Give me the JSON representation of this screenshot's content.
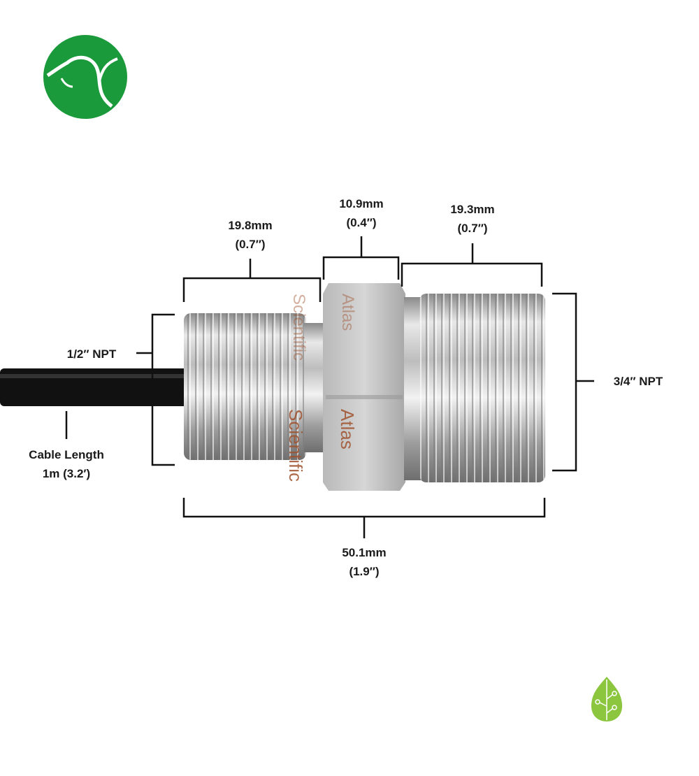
{
  "diagram": {
    "brand_text": [
      "Atlas",
      "Scientific"
    ],
    "dimensions": {
      "left_thread_length": {
        "mm": "19.8mm",
        "in": "(0.7″)"
      },
      "hex_length": {
        "mm": "10.9mm",
        "in": "(0.4″)"
      },
      "right_thread_length": {
        "mm": "19.3mm",
        "in": "(0.7″)"
      },
      "total_length": {
        "mm": "50.1mm",
        "in": "(1.9″)"
      },
      "left_thread_size": "1/2″ NPT",
      "right_thread_size": "3/4″ NPT",
      "cable_length": {
        "label": "Cable Length",
        "value": "1m (3.2′)"
      }
    },
    "colors": {
      "logo_green": "#1a9a3a",
      "leaf_green": "#8cc63f",
      "steel": "#c8c8c8",
      "cable": "#111111"
    },
    "icons": [
      "brand-logo-icon",
      "leaf-circuit-icon"
    ]
  }
}
